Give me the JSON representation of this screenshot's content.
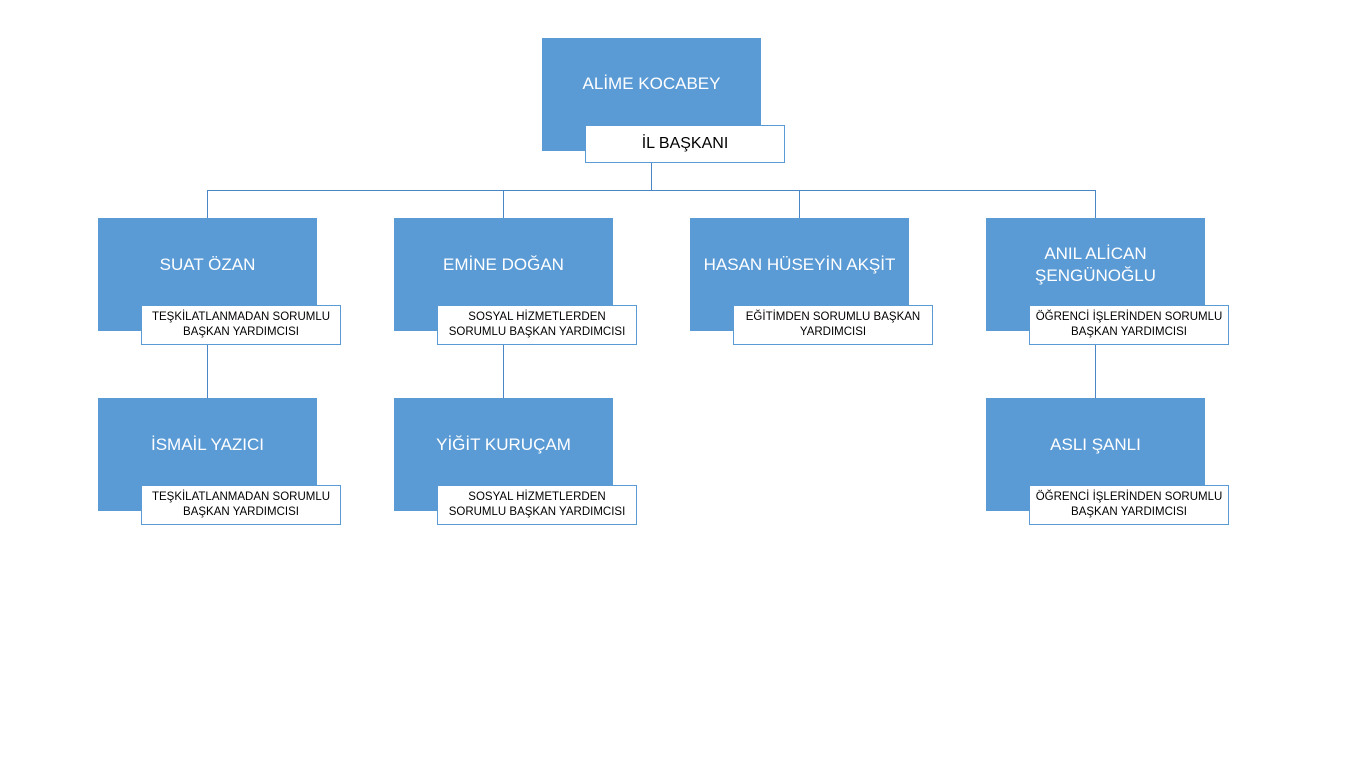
{
  "org_chart": {
    "root": {
      "name": "ALİME KOCABEY",
      "role": "İL BAŞKANI"
    },
    "level1": [
      {
        "name": "SUAT ÖZAN",
        "role": "TEŞKİLATLANMADAN SORUMLU BAŞKAN YARDIMCISI"
      },
      {
        "name": "EMİNE DOĞAN",
        "role": "SOSYAL HİZMETLERDEN SORUMLU BAŞKAN YARDIMCISI"
      },
      {
        "name": "HASAN HÜSEYİN AKŞİT",
        "role": "EĞİTİMDEN SORUMLU BAŞKAN YARDIMCISI"
      },
      {
        "name": "ANIL ALİCAN\nŞENGÜNOĞLU",
        "role": "ÖĞRENCİ İŞLERİNDEN SORUMLU BAŞKAN YARDIMCISI"
      }
    ],
    "level2": [
      {
        "name": "İSMAİL YAZICI",
        "role": "TEŞKİLATLANMADAN SORUMLU BAŞKAN YARDIMCISI"
      },
      {
        "name": "YİĞİT KURUÇAM",
        "role": "SOSYAL HİZMETLERDEN SORUMLU BAŞKAN YARDIMCISI"
      },
      {
        "name": "ASLI ŞANLI",
        "role": "ÖĞRENCİ İŞLERİNDEN SORUMLU BAŞKAN YARDIMCISI"
      }
    ]
  },
  "colors": {
    "node_fill": "#5b9bd5",
    "node_text": "#ffffff",
    "role_border": "#5b9bd5",
    "connector": "#4a86c5"
  }
}
